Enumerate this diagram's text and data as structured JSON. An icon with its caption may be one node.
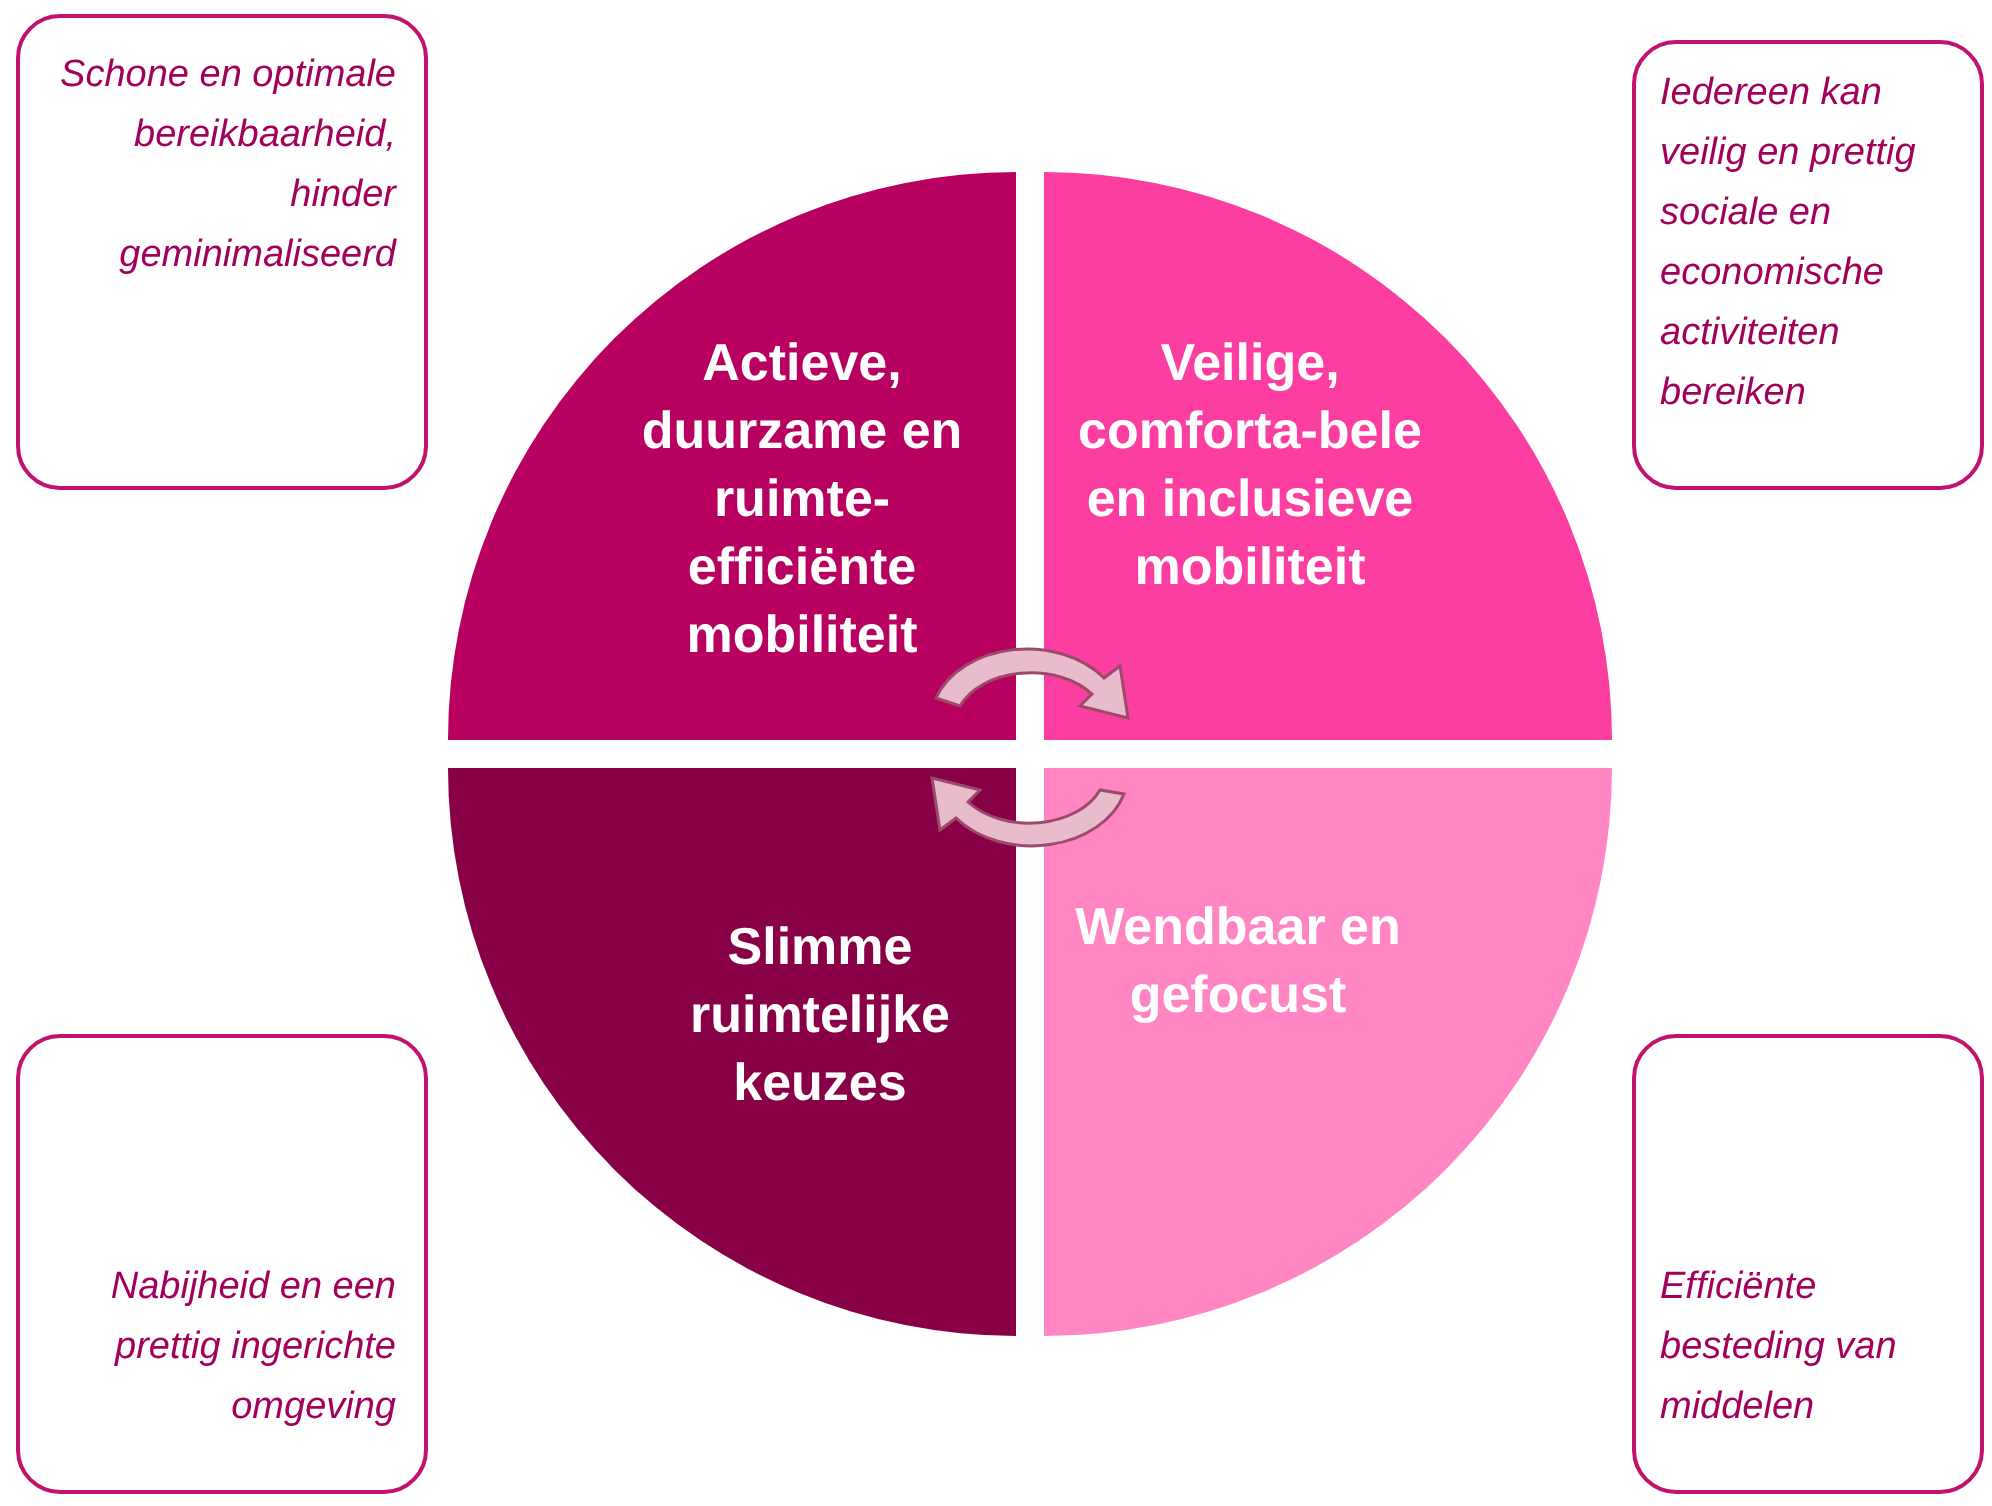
{
  "diagram": {
    "nodes": [
      {
        "text": [
          "Schone en optimale bereikbaarheid, hinder geminimaliseerd"
        ]
      },
      {
        "text": [
          "Iedereen kan veilig en prettig sociale en economische activiteiten bereiken"
        ]
      },
      {
        "text": [
          "Actieve, duurzame en ruimte-efficiënte mobiliteit"
        ]
      },
      {
        "text": [
          "Veilige, comforta-bele en inclusieve mobiliteit"
        ]
      },
      {
        "text": [
          "Slimme ruimtelijke keuzes"
        ]
      },
      {
        "text": [
          "Wendbaar en gefocust"
        ]
      },
      {
        "text": [
          "Nabijheid en een prettig ingerichte omgeving"
        ]
      },
      {
        "text": [
          "Efficiënte besteding van middelen"
        ]
      }
    ]
  }
}
